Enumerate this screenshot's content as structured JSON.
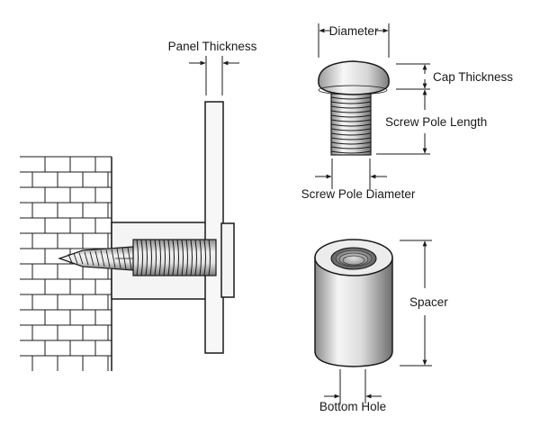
{
  "labels": {
    "panel_thickness": "Panel Thickness",
    "diameter": "Diameter",
    "cap_thickness": "Cap Thickness",
    "screw_pole_length": "Screw Pole Length",
    "screw_pole_diameter": "Screw Pole Diameter",
    "spacer": "Spacer",
    "bottom_hole": "Bottom Hole"
  },
  "colors": {
    "ink": "#1a1a1a",
    "metal_light": "#f2f2f2",
    "metal_mid": "#c8c8c8",
    "metal_dark": "#8a8a8a",
    "panel": "#f7f7f7",
    "background": "#ffffff"
  }
}
